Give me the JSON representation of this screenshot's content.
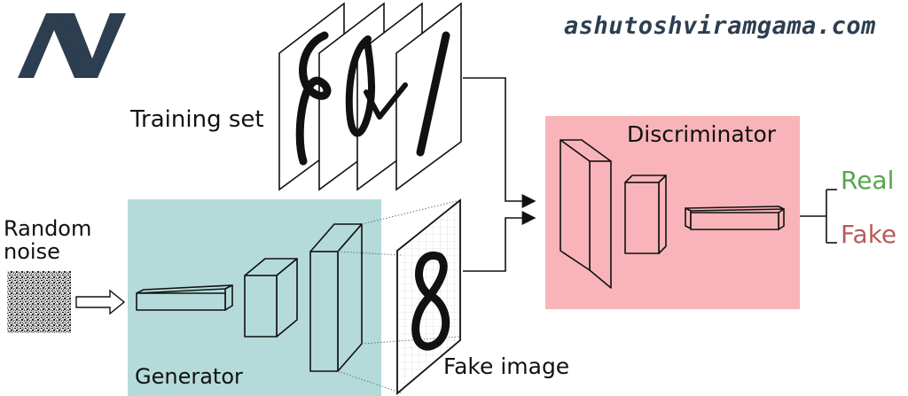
{
  "header": {
    "logo_text": "AV",
    "site": "ashutoshviramgama.com"
  },
  "diagram": {
    "training_set_label": "Training set",
    "random_noise_label": [
      "Random",
      "noise"
    ],
    "generator_label": "Generator",
    "discriminator_label": "Discriminator",
    "fake_image_label": "Fake image",
    "output_real": "Real",
    "output_fake": "Fake",
    "training_digits": [
      "8",
      "0",
      "4",
      "1"
    ],
    "fake_digit": "8"
  },
  "colors": {
    "logo": "#2c3e50",
    "generator_bg": "#b4dbd9",
    "discriminator_bg": "#f8b4b8",
    "real": "#55a64b",
    "fake": "#b85a5a",
    "stroke": "#111111"
  }
}
